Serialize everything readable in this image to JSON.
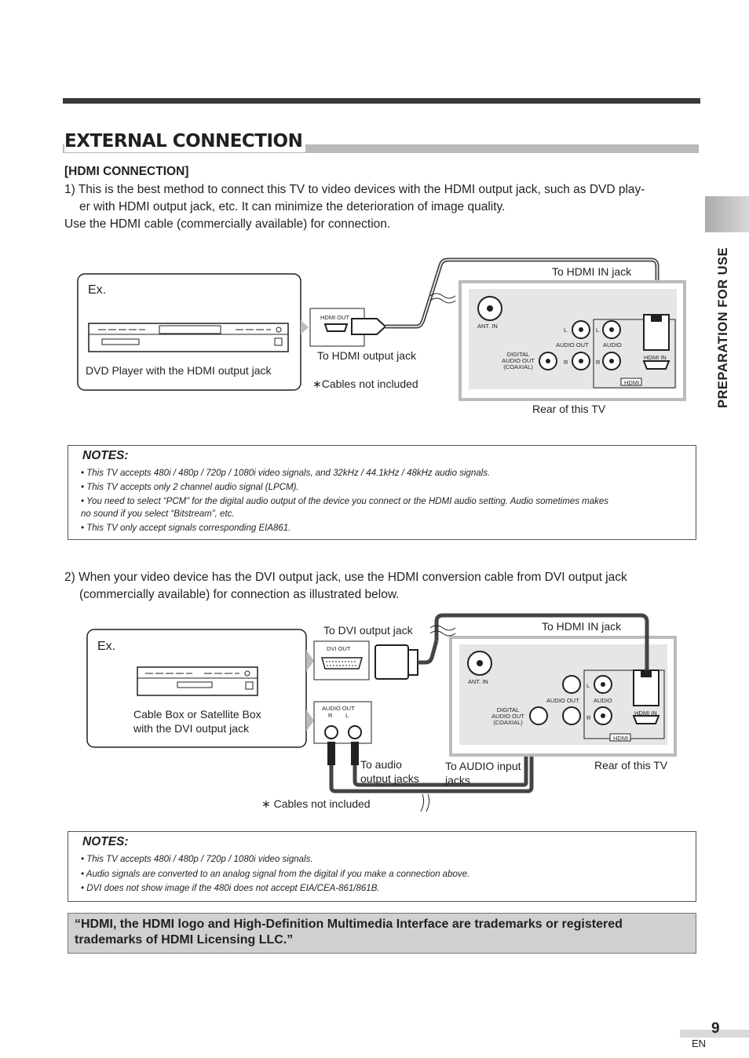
{
  "section_title": "EXTERNAL CONNECTION",
  "side_tab": "PREPARATION FOR USE",
  "hdmi": {
    "heading": "[HDMI CONNECTION]",
    "step1_line1": "1) This is the best method to connect this TV to video devices with the HDMI output jack, such as DVD play-",
    "step1_line2": "er with HDMI output jack, etc. It can minimize the deterioration of image quality.",
    "step1_line3": "Use the HDMI cable (commercially available) for connection."
  },
  "diagram1": {
    "ex": "Ex.",
    "device_label": "DVD Player with the HDMI output jack",
    "hdmi_out": "HDMI OUT",
    "to_output": "To HDMI output jack",
    "cables_note": "∗Cables not included",
    "to_input": "To HDMI IN jack",
    "rear_label": "Rear of this TV",
    "ant_in": "ANT. IN",
    "digital_audio": "DIGITAL AUDIO OUT (COAXIAL)",
    "audio_out": "AUDIO OUT",
    "audio": "AUDIO",
    "hdmi_in": "HDMI IN",
    "hdmi_logo": "HDMI",
    "l": "L",
    "r": "R"
  },
  "notes1": {
    "title": "NOTES:",
    "items": [
      "• This TV accepts 480i / 480p / 720p / 1080i video signals, and 32kHz / 44.1kHz / 48kHz audio signals.",
      "• This TV accepts only 2 channel audio signal (LPCM).",
      "• You need to select “PCM” for the digital audio output of the device you connect or the HDMI audio setting.  Audio sometimes makes",
      "   no sound if you select “Bitstream”, etc.",
      "• This TV only accept signals corresponding EIA861."
    ]
  },
  "dvi": {
    "step2_line1": "2) When your video device has the DVI output jack, use the HDMI conversion cable from DVI output jack",
    "step2_line2": "(commercially available) for connection as illustrated below."
  },
  "diagram2": {
    "ex": "Ex.",
    "device_label_1": "Cable Box or Satellite Box",
    "device_label_2": "with the DVI output jack",
    "to_dvi": "To DVI output jack",
    "dvi_out": "DVI OUT",
    "audio_out": "AUDIO OUT",
    "audio_rl": "R        L",
    "to_audio_out_1": "To audio",
    "to_audio_out_2": "output jacks",
    "to_audio_in_1": "To AUDIO input",
    "to_audio_in_2": "jacks",
    "to_hdmi_in": "To HDMI IN jack",
    "rear_label": "Rear of this TV",
    "cables_note": "∗ Cables not included"
  },
  "notes2": {
    "title": "NOTES:",
    "items": [
      "• This TV accepts 480i / 480p / 720p / 1080i video signals.",
      "• Audio signals are converted to an analog signal from the digital if you make a connection above.",
      "• DVI does not show image if the 480i does not accept EIA/CEA-861/861B."
    ]
  },
  "trademark": "“HDMI, the HDMI logo and High-Definition Multimedia Interface are trademarks or registered trademarks of HDMI Licensing LLC.”",
  "page_number": "9",
  "page_lang": "EN"
}
